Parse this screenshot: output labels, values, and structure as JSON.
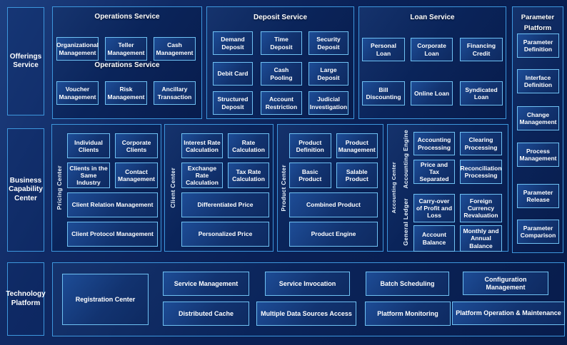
{
  "sidebar": {
    "offerings": "Offerings Service",
    "business": "Business Capability Center",
    "technology": "Technology Platform"
  },
  "operations": {
    "title": "Operations Service",
    "subtitle": "Operations Service",
    "boxes": [
      "Organizational Management",
      "Teller Management",
      "Cash Management",
      "Voucher Management",
      "Risk Management",
      "Ancillary Transaction"
    ]
  },
  "deposit": {
    "title": "Deposit Service",
    "boxes": [
      "Demand Deposit",
      "Time Deposit",
      "Security Deposit",
      "Debit Card",
      "Cash Pooling",
      "Large Deposit",
      "Structured Deposit",
      "Account Restriction",
      "Judicial Investigation"
    ]
  },
  "loan": {
    "title": "Loan Service",
    "boxes": [
      "Personal Loan",
      "Corporate Loan",
      "Financing Credit",
      "Bill Discounting",
      "Online Loan",
      "Syndicated Loan"
    ]
  },
  "parameter_platform": {
    "title": "Parameter Platform",
    "boxes": [
      "Parameter Definition",
      "Interface Definition",
      "Change Management",
      "Process Management",
      "Parameter Release",
      "Parameter Comparison"
    ]
  },
  "pricing_center": {
    "label": "Pricing Center",
    "boxes": [
      "Individual Clients",
      "Corporate Clients",
      "Clients in the Same Industry",
      "Contact Management"
    ],
    "wide_boxes": [
      "Client Relation Management",
      "Client Protocol Management"
    ]
  },
  "client_center": {
    "label": "Client Center",
    "boxes": [
      "Interest Rate Calculation",
      "Rate Calculation",
      "Exchange Rate Calculation",
      "Tax Rate Calculation"
    ],
    "wide_boxes": [
      "Differentiated Price",
      "Personalized Price"
    ]
  },
  "product_center": {
    "label": "Product Center",
    "boxes": [
      "Product Definition",
      "Product Management",
      "Basic Product",
      "Salable Product"
    ],
    "wide_boxes": [
      "Combined Product",
      "Product Engine"
    ]
  },
  "accounting_center": {
    "label": "Accounting Center",
    "engine": {
      "label": "Accounting Engine",
      "boxes": [
        "Accounting Processing",
        "Clearing Processing",
        "Price and Tax Separated",
        "Reconciliation Processing"
      ]
    },
    "ledger": {
      "label": "General Ledger",
      "boxes": [
        "Carry-over of Profit and Loss",
        "Foreign Currency Revaluation",
        "Account Balance",
        "Monthly and Annual Balance"
      ]
    }
  },
  "technology": {
    "registration": "Registration Center",
    "boxes": [
      "Service Management",
      "Service Invocation",
      "Batch Scheduling",
      "Configuration Management",
      "Distributed Cache",
      "Multiple Data Sources Access",
      "Platform Monitoring",
      "Platform Operation & Maintenance"
    ]
  }
}
